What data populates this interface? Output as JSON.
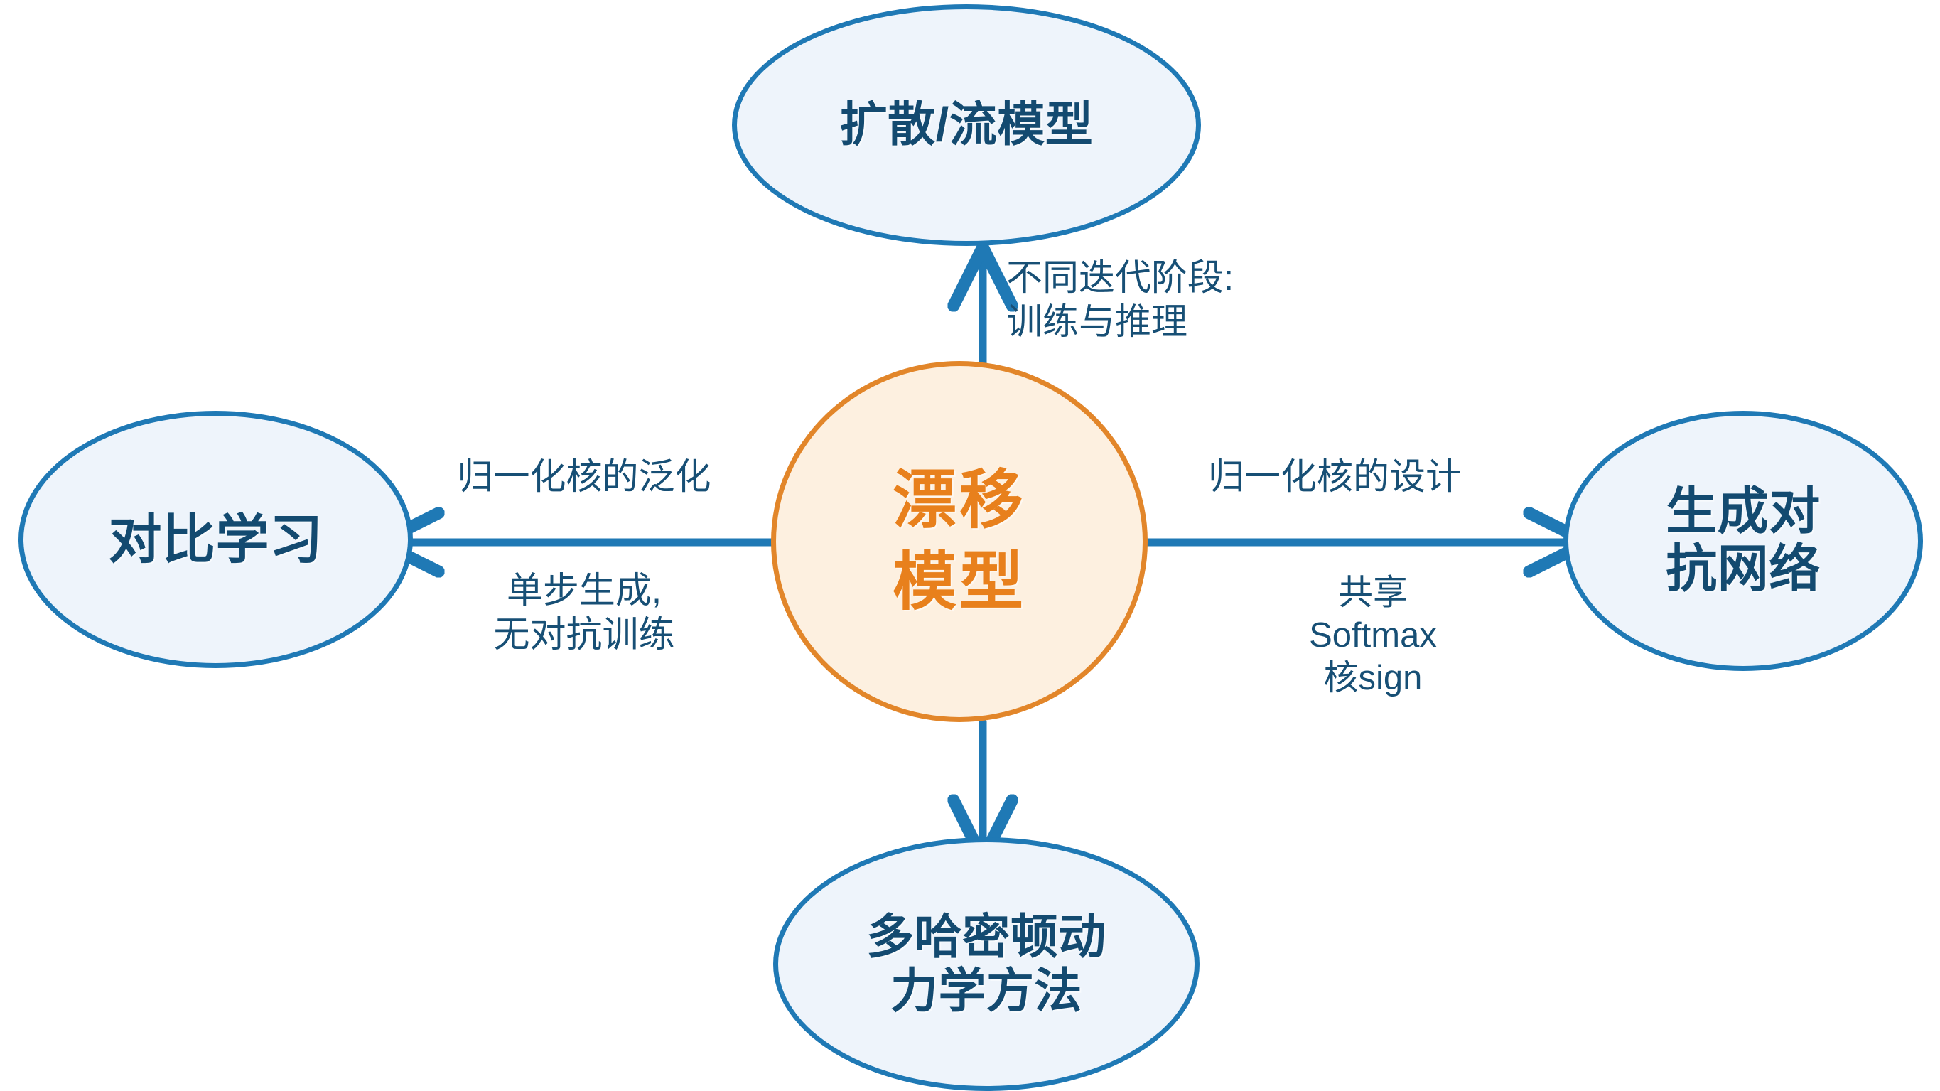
{
  "diagram": {
    "title_node": {
      "id": "center",
      "label": "漂移\n模型",
      "fill_color": "#fdf0e0",
      "border_color": "#e2862a",
      "text_color": "#e8801c"
    },
    "nodes": [
      {
        "id": "top",
        "label": "扩散/流模型",
        "fill_color": "#eef4fb",
        "border_color": "#1f79b5",
        "text_color": "#134a70"
      },
      {
        "id": "left",
        "label": "对比学习",
        "fill_color": "#eef4fb",
        "border_color": "#1f79b5",
        "text_color": "#134a70"
      },
      {
        "id": "right",
        "label": "生成对\n抗网络",
        "fill_color": "#eef4fb",
        "border_color": "#1f79b5",
        "text_color": "#134a70"
      },
      {
        "id": "bottom",
        "label": "多哈密顿动\n力学方法",
        "fill_color": "#eef4fb",
        "border_color": "#1f79b5",
        "text_color": "#134a70"
      }
    ],
    "edges": [
      {
        "id": "center-to-top",
        "from": "center",
        "to": "top",
        "direction": "up",
        "label": "不同迭代阶段:\n训练与推理",
        "color": "#1f79b5"
      },
      {
        "id": "center-to-left",
        "from": "center",
        "to": "left",
        "direction": "left",
        "label_above": "归一化核的泛化",
        "label_below": "单步生成,\n无对抗训练",
        "color": "#1f79b5"
      },
      {
        "id": "center-to-right",
        "from": "center",
        "to": "right",
        "direction": "right",
        "label_above": "归一化核的设计",
        "label_below": "共享\nSoftmax\n核sign",
        "color": "#1f79b5"
      },
      {
        "id": "center-to-bottom",
        "from": "center",
        "to": "bottom",
        "direction": "down",
        "label": "",
        "color": "#1f79b5"
      }
    ]
  }
}
